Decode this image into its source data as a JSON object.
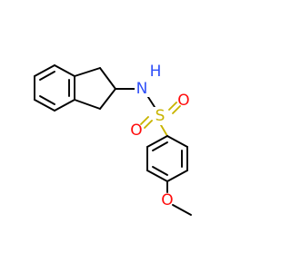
{
  "molecule": {
    "atoms": {
      "nitrogen": {
        "text": "N",
        "color": "#3050f8"
      },
      "hydrogen": {
        "text": "H",
        "color": "#3050f8"
      },
      "sulfur": {
        "text": "S",
        "color": "#c8b400"
      },
      "oxygen_left": {
        "text": "O",
        "color": "#ff0d0d"
      },
      "oxygen_right": {
        "text": "O",
        "color": "#ff0d0d"
      },
      "oxygen_methoxy": {
        "text": "O",
        "color": "#ff0d0d"
      }
    }
  }
}
